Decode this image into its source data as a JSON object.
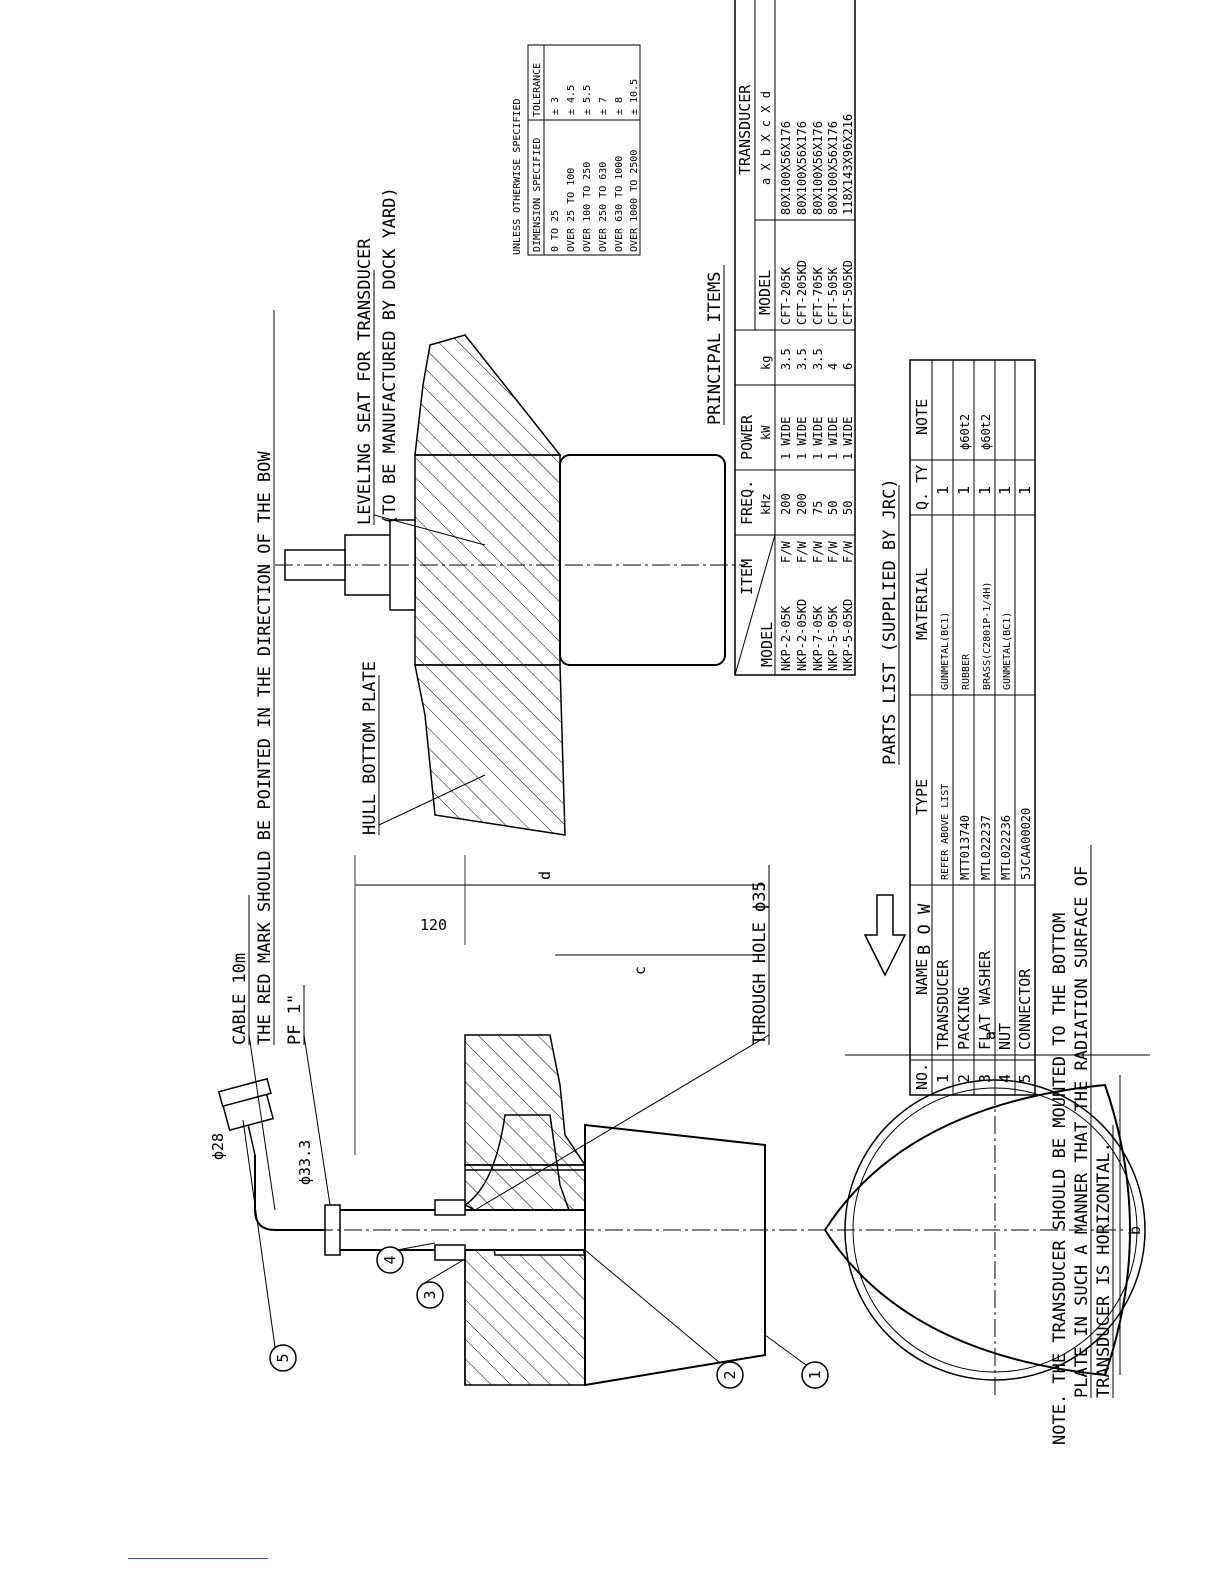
{
  "callouts": {
    "cable": "CABLE 10m",
    "red_mark": "THE RED MARK SHOULD BE POINTED IN THE DIRECTION OF THE BOW",
    "pf": "PF 1\"",
    "through_hole": "THROUGH HOLE ϕ35",
    "hull_bottom": "HULL BOTTOM PLATE",
    "leveling_1": "LEVELING SEAT FOR TRANSDUCER",
    "leveling_2": "(TO BE MANUFACTURED BY DOCK YARD)",
    "bow": "B O W",
    "dia_33": "ϕ33.3",
    "dia_28": "ϕ28",
    "dim_120": "120",
    "dim_d": "d",
    "dim_c": "c",
    "dim_a": "a",
    "dim_b": "b",
    "balloons": [
      "1",
      "2",
      "3",
      "4",
      "5"
    ]
  },
  "note": {
    "line1": "NOTE. THE TRANSDUCER SHOULD BE MOUNTED TO THE BOTTOM",
    "line2": "PLATE IN SUCH A MANNER THAT THE RADIATION SURFACE OF",
    "line3": "TRANSDUCER IS HORIZONTAL."
  },
  "tolerance": {
    "title": "UNLESS OTHERWISE SPECIFIED",
    "headers": [
      "DIMENSION SPECIFIED",
      "TOLERANCE"
    ],
    "rows": [
      [
        "0 TO 25",
        "± 3"
      ],
      [
        "OVER 25 TO 100",
        "± 4.5"
      ],
      [
        "OVER 100 TO 250",
        "± 5.5"
      ],
      [
        "OVER 250 TO 630",
        "± 7"
      ],
      [
        "OVER 630 TO 1000",
        "± 8"
      ],
      [
        "OVER 1000 TO 2500",
        "± 10.5"
      ]
    ]
  },
  "principal": {
    "title": "PRINCIPAL ITEMS",
    "corner_item": "ITEM",
    "corner_model": "MODEL",
    "freq": "FREQ.",
    "freq_unit": "kHz",
    "power": "POWER",
    "power_unit": "kW",
    "weight_unit": "kg",
    "transducer": "TRANSDUCER",
    "t_model": "MODEL",
    "t_dims": "a X b X c X d",
    "rows": [
      [
        "NKP-2-05K",
        "F/W",
        "200",
        "1 WIDE",
        "3.5",
        "CFT-205K",
        "80X100X56X176"
      ],
      [
        "NKP-2-05KD",
        "F/W",
        "200",
        "1 WIDE",
        "3.5",
        "CFT-205KD",
        "80X100X56X176"
      ],
      [
        "NKP-7-05K",
        "F/W",
        "75",
        "1 WIDE",
        "3.5",
        "CFT-705K",
        "80X100X56X176"
      ],
      [
        "NKP-5-05K",
        "F/W",
        "50",
        "1 WIDE",
        "4",
        "CFT-505K",
        "80X100X56X176"
      ],
      [
        "NKP-5-05KD",
        "F/W",
        "50",
        "1 WIDE",
        "6",
        "CFT-505KD",
        "118X143X96X216"
      ]
    ]
  },
  "parts": {
    "title": "PARTS LIST (SUPPLIED BY JRC)",
    "headers": [
      "NO.",
      "NAME",
      "TYPE",
      "MATERIAL",
      "Q. TY",
      "NOTE"
    ],
    "rows": [
      [
        "1",
        "TRANSDUCER",
        "REFER ABOVE LIST",
        "GUNMETAL(BC1)",
        "1",
        ""
      ],
      [
        "2",
        "PACKING",
        "MTT013740",
        "RUBBER",
        "1",
        "ϕ60t2"
      ],
      [
        "3",
        "FLAT WASHER",
        "MTL022237",
        "BRASS(C2801P-1/4H)",
        "1",
        "ϕ60t2"
      ],
      [
        "4",
        "NUT",
        "MTL022236",
        "GUNMETAL(BC1)",
        "1",
        ""
      ],
      [
        "5",
        "CONNECTOR",
        "5JCAA00020",
        "",
        "1",
        ""
      ]
    ]
  }
}
